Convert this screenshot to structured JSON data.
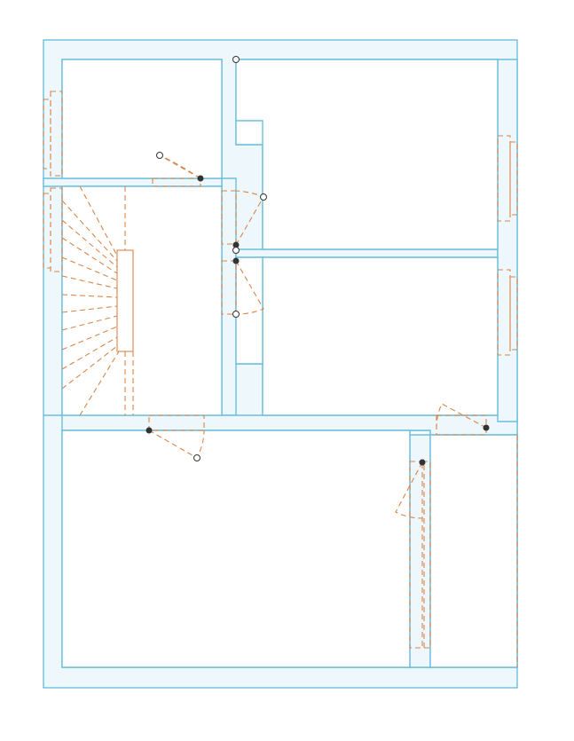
{
  "drawing": {
    "type": "floor-plan",
    "colors": {
      "wall_stroke": "#6cbfdc",
      "wall_fill": "#eef7fc",
      "room_fill": "#ffffff",
      "door_window_dash": "#d9864a",
      "node": "#333333"
    },
    "rooms": 7,
    "doors": 7,
    "windows": 6,
    "stair_treads": 13
  }
}
